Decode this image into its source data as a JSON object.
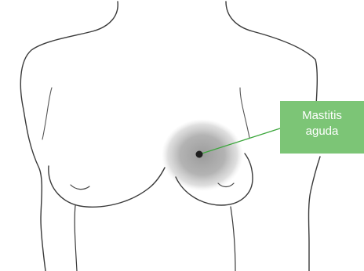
{
  "callout": {
    "line1": "Mastitis",
    "line2": "aguda",
    "background_color": "#7cc576",
    "text_color": "#ffffff"
  },
  "illustration": {
    "subject": "female-torso-front-view",
    "highlighted_area": "left-breast-inflammation",
    "leader_line_color": "#3aa63a"
  }
}
